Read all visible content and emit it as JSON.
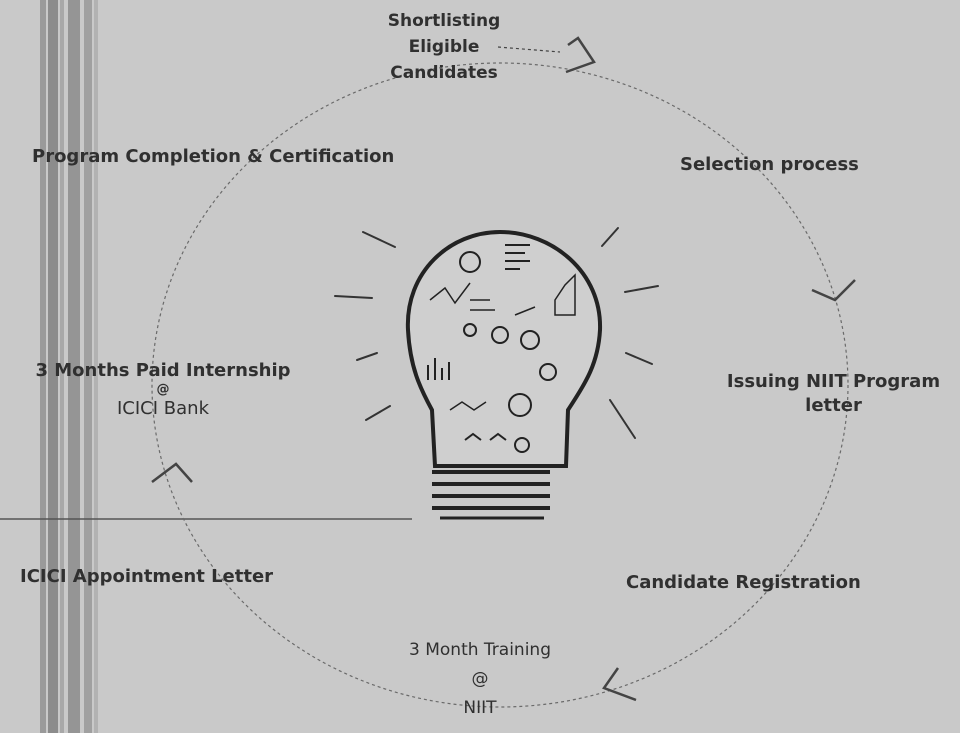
{
  "stages": {
    "shortlisting": [
      "Shortlisting",
      "Eligible",
      "Candidates"
    ],
    "selection": "Selection process",
    "issuing": [
      "Issuing NIIT Program",
      "letter"
    ],
    "registration": "Candidate Registration",
    "training": [
      "3 Month Training",
      "@",
      "NIIT"
    ],
    "appointment": "ICICI Appointment Letter",
    "internship": [
      "3 Months Paid Internship",
      "@",
      "ICICI Bank"
    ],
    "completion": "Program Completion & Certification"
  },
  "icons": {
    "center": "lightbulb-icon",
    "arrows": [
      "arrow-right-icon",
      "arrow-down-icon",
      "arrow-left-icon",
      "arrow-up-icon"
    ]
  },
  "colors": {
    "background": "#c9c9c9",
    "ink": "#2b2b2b",
    "scan_bar": "#8c8c8c"
  }
}
